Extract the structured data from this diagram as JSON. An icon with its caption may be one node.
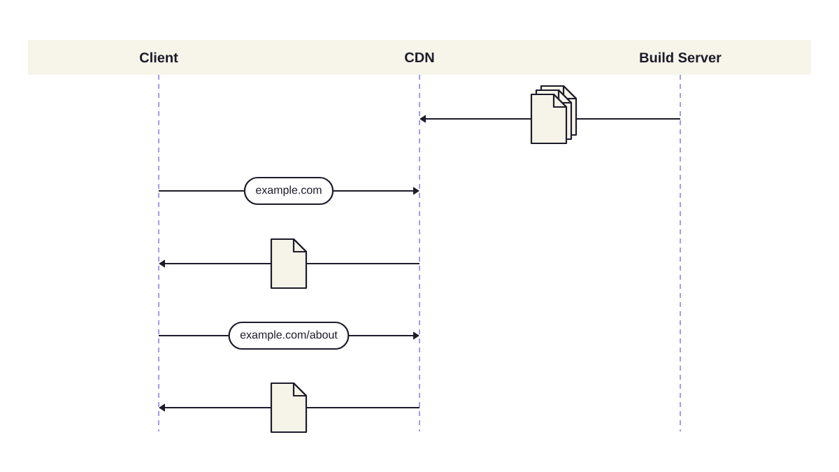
{
  "diagram": {
    "nodes": [
      {
        "text": [
          "Client"
        ]
      },
      {
        "text": [
          "CDN"
        ]
      },
      {
        "text": [
          "Build Server"
        ]
      }
    ],
    "edges": [
      {
        "from": 2,
        "to": 1,
        "arrow": "to"
      },
      {
        "from": 0,
        "to": 1,
        "arrow": "to",
        "label": "example.com"
      },
      {
        "from": 1,
        "to": 0,
        "arrow": "to"
      },
      {
        "from": 0,
        "to": 1,
        "arrow": "to",
        "label": "example.com/about"
      },
      {
        "from": 1,
        "to": 0,
        "arrow": "to"
      }
    ]
  }
}
